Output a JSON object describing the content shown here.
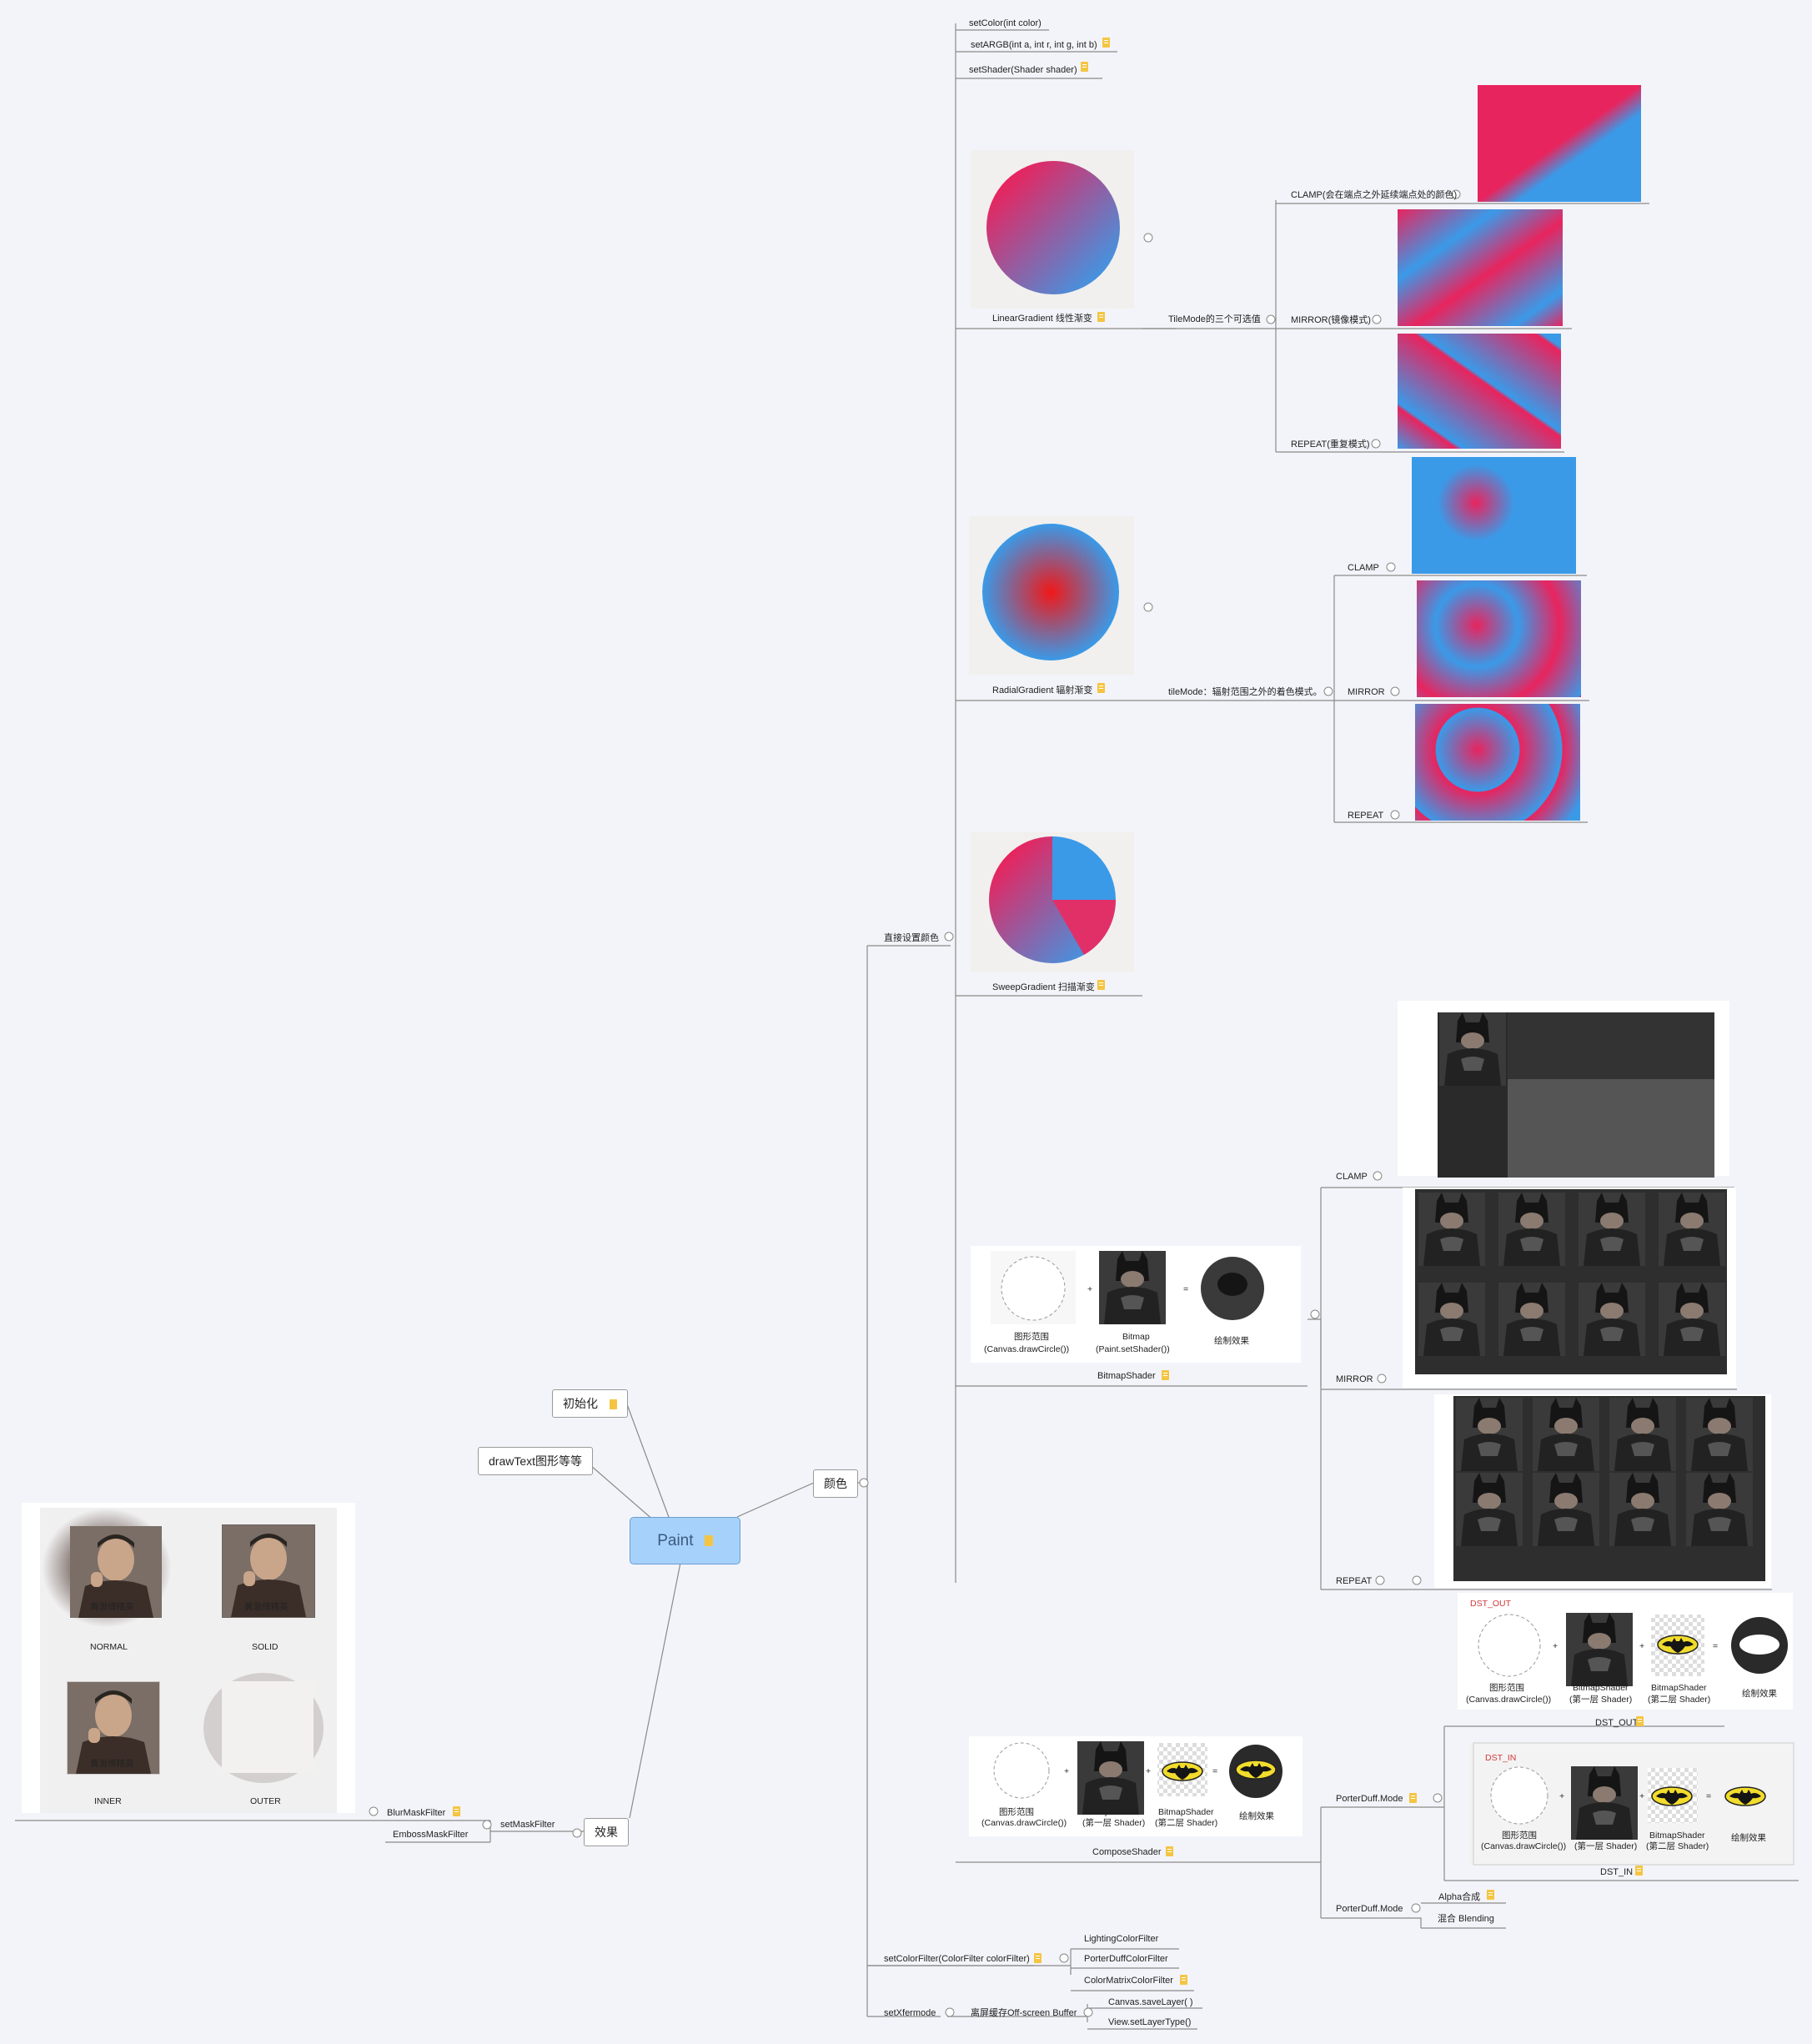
{
  "root": {
    "label": "Paint"
  },
  "branches": {
    "init": "初始化",
    "drawtext": "drawText图形等等",
    "color": "颜色",
    "effect": "效果"
  },
  "color_items": {
    "set_color": "setColor(int color)",
    "set_argb": "setARGB(int a, int r, int g, int b)",
    "set_shader": "setShader(Shader shader)",
    "direct_color": "直接设置颜色",
    "set_color_filter": "setColorFilter(ColorFilter colorFilter)",
    "set_xfermode": "setXfermode",
    "offscreen": "离屏缓存Off-screen Buffer"
  },
  "shaders": {
    "linear": "LinearGradient 线性渐变",
    "linear_tile": "TileMode的三个可选值",
    "linear_clamp": "CLAMP(会在端点之外延续端点处的颜色)",
    "linear_mirror": "MIRROR(镜像模式)",
    "linear_repeat": "REPEAT(重复模式)",
    "radial": "RadialGradient 辐射渐变",
    "radial_tile": "tileMode：辐射范围之外的着色模式。",
    "radial_clamp": "CLAMP",
    "radial_mirror": "MIRROR",
    "radial_repeat": "REPEAT",
    "sweep": "SweepGradient 扫描渐变",
    "bitmap": "BitmapShader",
    "bitmap_clamp": "CLAMP",
    "bitmap_mirror": "MIRROR",
    "bitmap_repeat": "REPEAT",
    "compose": "ComposeShader",
    "porterduff1": "PorterDuff.Mode",
    "porterduff2": "PorterDuff.Mode",
    "dst_out": "DST_OUT",
    "dst_in": "DST_IN",
    "alpha": "Alpha合成",
    "blending": "混合 Blending"
  },
  "bitmap_diagram": {
    "shape": "图形范围",
    "shape_sub": "(Canvas.drawCircle())",
    "bitmap": "Bitmap",
    "bitmap_sub": "(Paint.setShader())",
    "result": "绘制效果",
    "plus": "+",
    "equals": "="
  },
  "compose_diagram": {
    "shape": "图形范围",
    "shape_sub": "(Canvas.drawCircle())",
    "s1": "BitmapShader",
    "s1_sub": "(第一层 Shader)",
    "s2": "BitmapShader",
    "s2_sub": "(第二层 Shader)",
    "result": "绘制效果",
    "dst_out_title": "DST_OUT",
    "dst_in_title": "DST_IN"
  },
  "color_filters": [
    "LightingColorFilter",
    "PorterDuffColorFilter",
    "ColorMatrixColorFilter"
  ],
  "layers": [
    "Canvas.saveLayer( )",
    "View.setLayerType()"
  ],
  "effects": {
    "set_mask_filter": "setMaskFilter",
    "blur": "BlurMaskFilter",
    "emboss": "EmbossMaskFilter",
    "watermark": "黄渤博精英",
    "blur_labels": [
      "NORMAL",
      "SOLID",
      "INNER",
      "OUTER"
    ]
  },
  "colors": {
    "gradient_a": "#e8245e",
    "gradient_b": "#3a9ae8",
    "root_fill": "#a6d1fb",
    "background": "#f3f4f9",
    "note_icon": "#f5c542"
  }
}
